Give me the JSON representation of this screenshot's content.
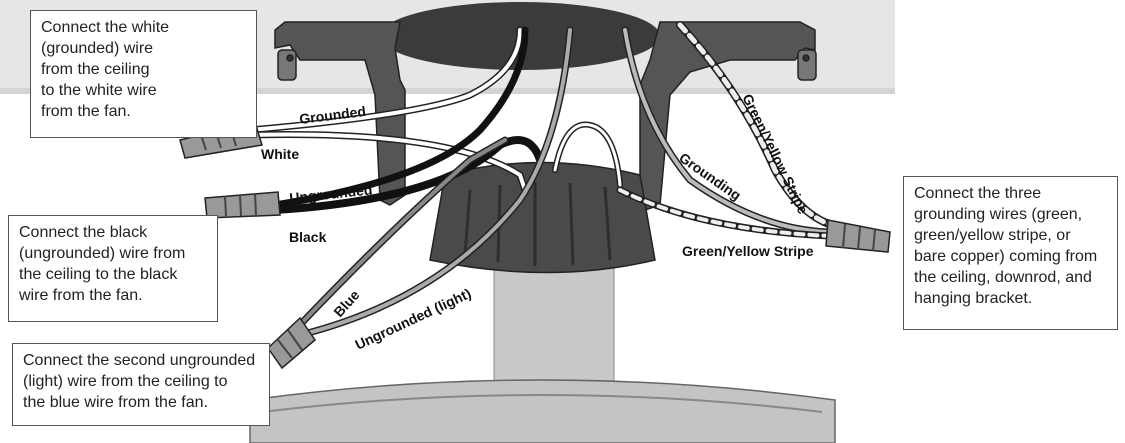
{
  "callouts": {
    "white": "Connect the white\n(grounded) wire\nfrom the ceiling\nto the white wire\nfrom the fan.",
    "black": "Connect the black\n(ungrounded) wire from\nthe ceiling to the black\nwire from the fan.",
    "blue": "Connect the second ungrounded\n(light) wire from the ceiling to\nthe blue wire from the fan.",
    "ground": "Connect the three\ngrounding wires (green,\ngreen/yellow stripe, or\nbare copper) coming from\nthe ceiling, downrod, and\nhanging bracket."
  },
  "wire_labels": {
    "grounded": "Grounded",
    "white": "White",
    "ungrounded": "Ungrounded",
    "black": "Black",
    "blue": "Blue",
    "ungrounded_light": "Ungrounded (light)",
    "grounding": "Grounding",
    "green_yellow_stripe_upper": "Green/Yellow Stripe",
    "green_yellow_stripe_lower": "Green/Yellow Stripe"
  }
}
